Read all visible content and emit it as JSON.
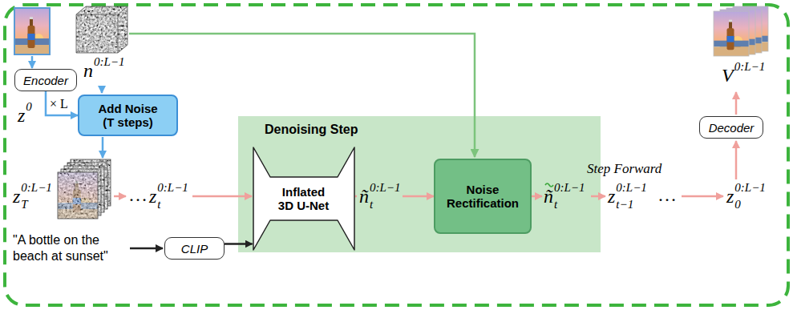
{
  "diagram": {
    "nodes": [
      {
        "text": [
          "Encoder"
        ]
      },
      {
        "text": [
          "Add Noise (T steps)"
        ]
      },
      {
        "text": [
          "Denoising Step"
        ]
      },
      {
        "text": [
          "Inflated 3D U-Net"
        ],
        "in": 2
      },
      {
        "text": [
          "Noise Rectification"
        ],
        "in": 2
      },
      {
        "text": [
          "CLIP"
        ]
      },
      {
        "text": [
          "Decoder"
        ]
      }
    ],
    "edges": [
      {
        "from": 0,
        "to": 1,
        "arrow": "to"
      },
      {
        "from": 5,
        "to": 3,
        "arrow": "to"
      },
      {
        "from": 3,
        "to": 4,
        "arrow": "to"
      }
    ],
    "labels": [
      "n",
      "0:L−1",
      "z",
      "0",
      "× L",
      "z",
      "0:L−1",
      "T",
      "…",
      "z",
      "0:L−1",
      "t",
      "ñ",
      "0:L−1",
      "t",
      "ñ",
      "0:L−1",
      "t",
      "Step Forward",
      "z",
      "0:L−1",
      "t−1",
      "…",
      "z",
      "0:L−1",
      "0",
      "V",
      "0:L−1",
      "\"A bottle on the beach at sunset\""
    ]
  }
}
